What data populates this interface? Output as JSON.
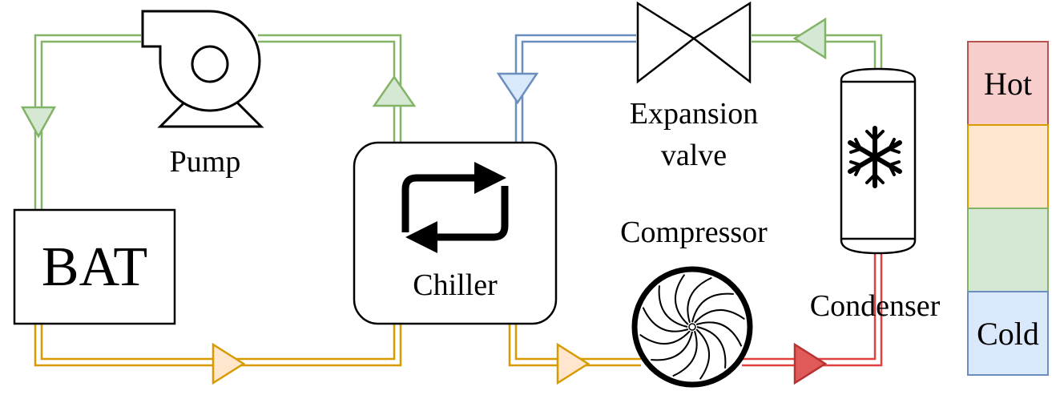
{
  "labels": {
    "pump": "Pump",
    "bat": "BAT",
    "chiller": "Chiller",
    "expansion_line1": "Expansion",
    "expansion_line2": "valve",
    "compressor": "Compressor",
    "condenser": "Condenser"
  },
  "legend": {
    "items": [
      {
        "label": "Hot",
        "fill": "#f8cecc",
        "stroke": "#b85450"
      },
      {
        "label": "",
        "fill": "#ffe6cc",
        "stroke": "#d79b00"
      },
      {
        "label": "",
        "fill": "#d5e8d4",
        "stroke": "#82b366"
      },
      {
        "label": "Cold",
        "fill": "#dae8fc",
        "stroke": "#6c8ebf"
      }
    ]
  },
  "colors": {
    "green_line": "#82b366",
    "orange_line": "#d79b00",
    "blue_line": "#6c8ebf",
    "red_line": "#e04040",
    "green_fill": "#d5e8d4",
    "orange_fill": "#ffe6cc",
    "blue_fill": "#dae8fc",
    "red_fill": "#e05a5a"
  },
  "icons": [
    "pump-icon",
    "chiller-exchange-icon",
    "expansion-valve-icon",
    "compressor-icon",
    "condenser-snowflake-icon",
    "flow-arrow-icon"
  ]
}
